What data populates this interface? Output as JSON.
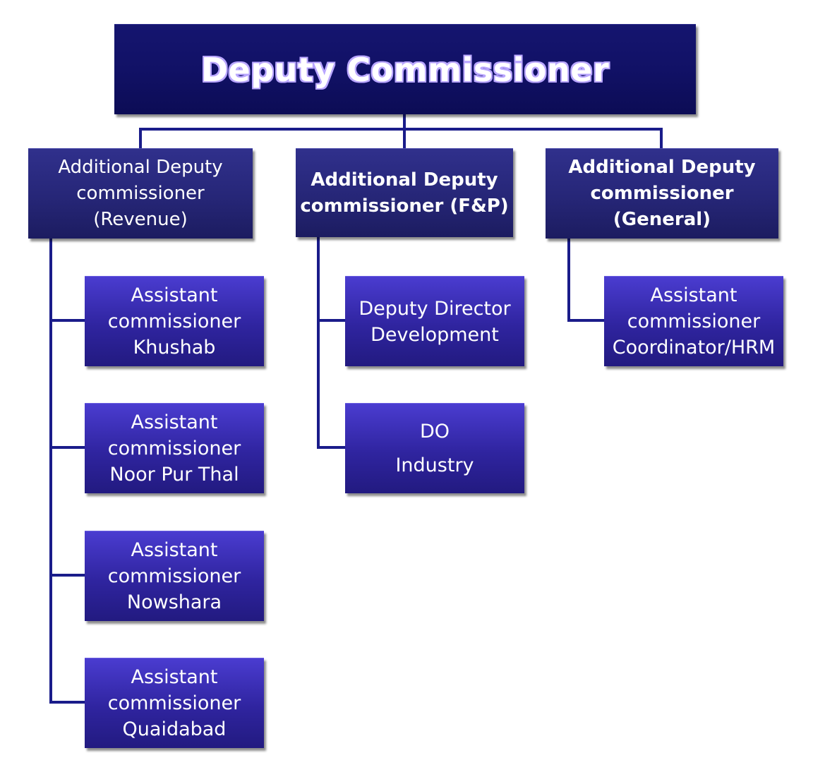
{
  "title": {
    "label": "Deputy Commissioner"
  },
  "adcs": [
    {
      "lines": [
        "Additional Deputy",
        "commissioner",
        "(Revenue)"
      ],
      "children": [
        {
          "lines": [
            "Assistant",
            "commissioner",
            "Khushab"
          ]
        },
        {
          "lines": [
            "Assistant",
            "commissioner",
            "Noor Pur Thal"
          ]
        },
        {
          "lines": [
            "Assistant",
            "commissioner",
            "Nowshara"
          ]
        },
        {
          "lines": [
            "Assistant",
            "commissioner",
            "Quaidabad"
          ]
        }
      ]
    },
    {
      "lines": [
        "Additional Deputy",
        "commissioner (F&P)"
      ],
      "children": [
        {
          "lines": [
            "Deputy Director",
            "Development"
          ]
        },
        {
          "lines": [
            "DO",
            "Industry"
          ]
        }
      ]
    },
    {
      "lines": [
        "Additional Deputy",
        "commissioner",
        "(General)"
      ],
      "children": [
        {
          "lines": [
            "Assistant",
            "commissioner",
            "Coordinator/HRM"
          ]
        }
      ]
    }
  ],
  "colors": {
    "connector": "#1a1c8a",
    "top_box": "#111166",
    "mid_box": "#262677",
    "leaf_box": "#2f249f",
    "text": "#ffffff"
  }
}
